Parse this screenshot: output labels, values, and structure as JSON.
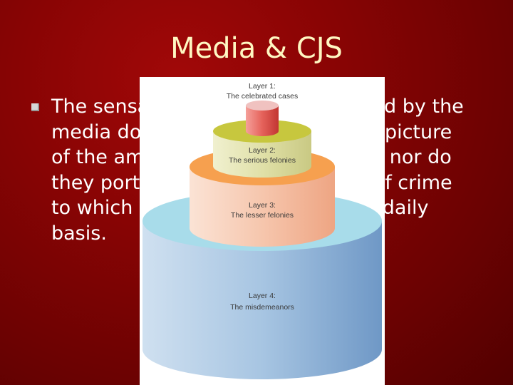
{
  "slide": {
    "title": "Media & CJS",
    "bullet_text": "The sensationalized crimes covered by the media do not present an accurate picture of the amount of crime committed nor do they portray the types and kinds of crime to which people are exposed on a daily basis."
  },
  "figure": {
    "layers": [
      {
        "layer": "Layer 1:",
        "label": "The celebrated cases"
      },
      {
        "layer": "Layer 2:",
        "label": "The serious felonies"
      },
      {
        "layer": "Layer 3:",
        "label": "The lesser felonies"
      },
      {
        "layer": "Layer 4:",
        "label": "The misdemeanors"
      }
    ]
  }
}
